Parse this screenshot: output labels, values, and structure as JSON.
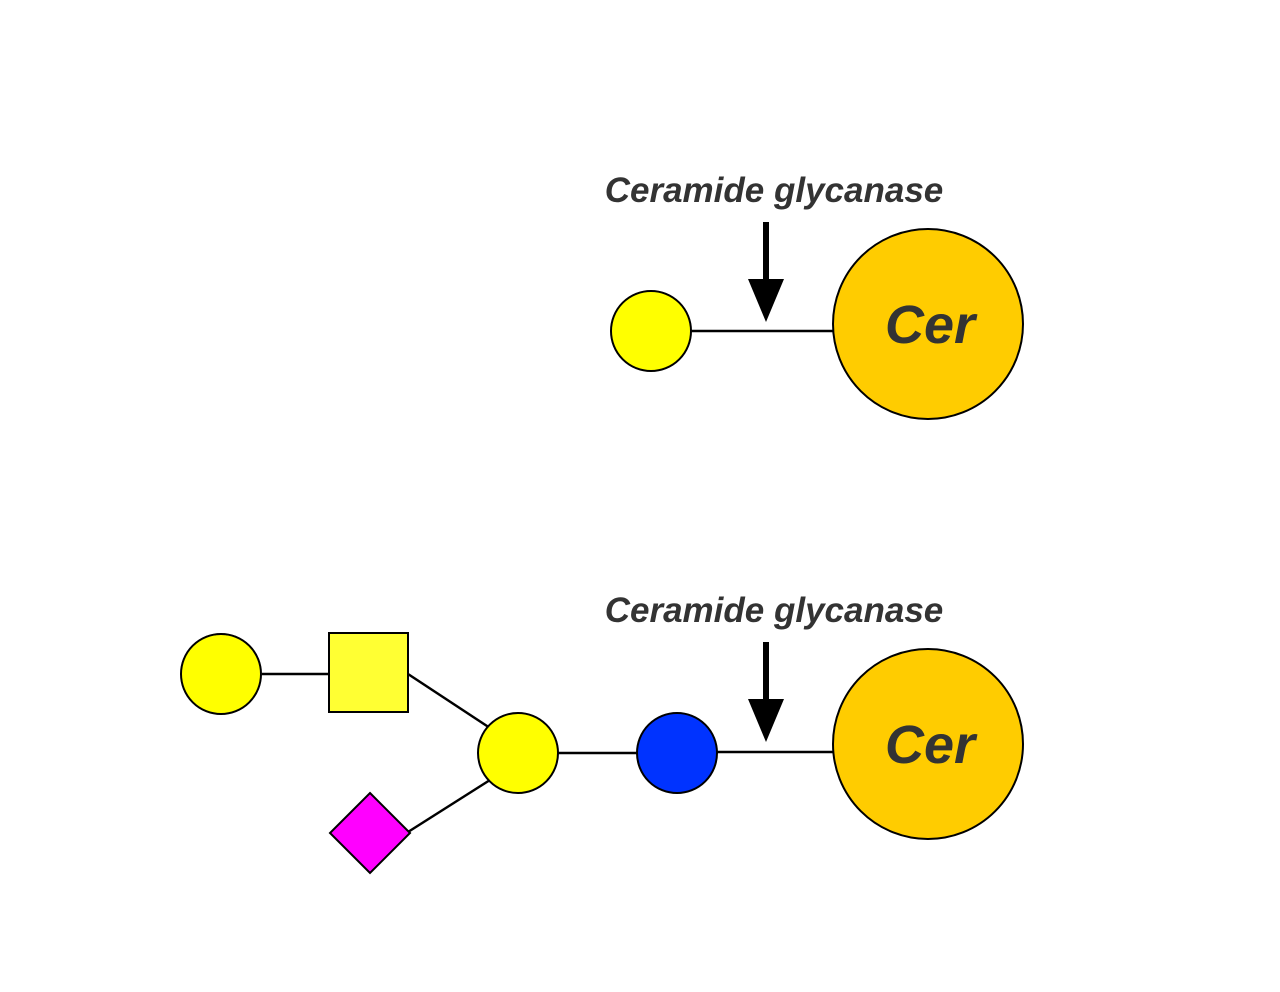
{
  "colors": {
    "galactose_yellow": "#FFFF00",
    "galnac_square_yellow": "#FFFF33",
    "glucose_blue": "#0033FF",
    "sialic_acid_magenta": "#FF00FF",
    "ceramide_orange": "#FFCC00",
    "label_gray": "#333333",
    "line_black": "#000000"
  },
  "top_structure": {
    "enzyme_label": "Ceramide glycanase",
    "ceramide_label": "Cer",
    "residues": [
      {
        "shape": "circle",
        "symbol": "yellow-circle"
      }
    ],
    "cleavage_arrow": "down-arrow-icon"
  },
  "bottom_structure": {
    "enzyme_label": "Ceramide glycanase",
    "ceramide_label": "Cer",
    "residues": [
      {
        "shape": "circle",
        "symbol": "yellow-circle"
      },
      {
        "shape": "square",
        "symbol": "yellow-square"
      },
      {
        "shape": "diamond",
        "symbol": "magenta-diamond"
      },
      {
        "shape": "circle",
        "symbol": "yellow-circle"
      },
      {
        "shape": "circle",
        "symbol": "blue-circle"
      }
    ],
    "cleavage_arrow": "down-arrow-icon"
  }
}
